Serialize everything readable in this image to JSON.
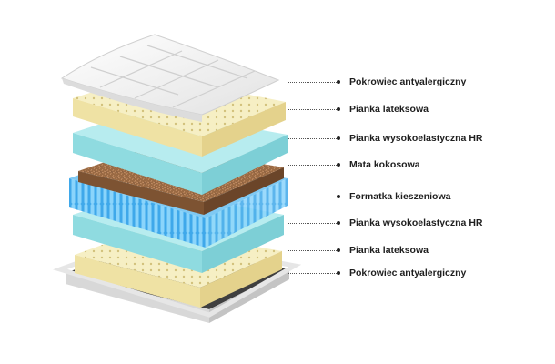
{
  "diagram": {
    "layers": [
      {
        "label": "Pokrowiec antyalergiczny",
        "material": "quilted-cover"
      },
      {
        "label": "Pianka lateksowa",
        "material": "latex-foam"
      },
      {
        "label": "Pianka wysokoelastyczna HR",
        "material": "hr-foam"
      },
      {
        "label": "Mata kokosowa",
        "material": "coconut-mat"
      },
      {
        "label": "Formatka kieszeniowa",
        "material": "pocket-springs"
      },
      {
        "label": "Pianka wysokoelastyczna HR",
        "material": "hr-foam"
      },
      {
        "label": "Pianka lateksowa",
        "material": "latex-foam"
      },
      {
        "label": "Pokrowiec antyalergiczny",
        "material": "base-cover"
      }
    ]
  },
  "colors": {
    "cover": "#f7f7f7",
    "latex": "#f6efc4",
    "hr_foam": "#a8e6ea",
    "coconut": "#9a6a43",
    "pocket": "#56b8f0",
    "base_cover": "#4a4a4a"
  }
}
